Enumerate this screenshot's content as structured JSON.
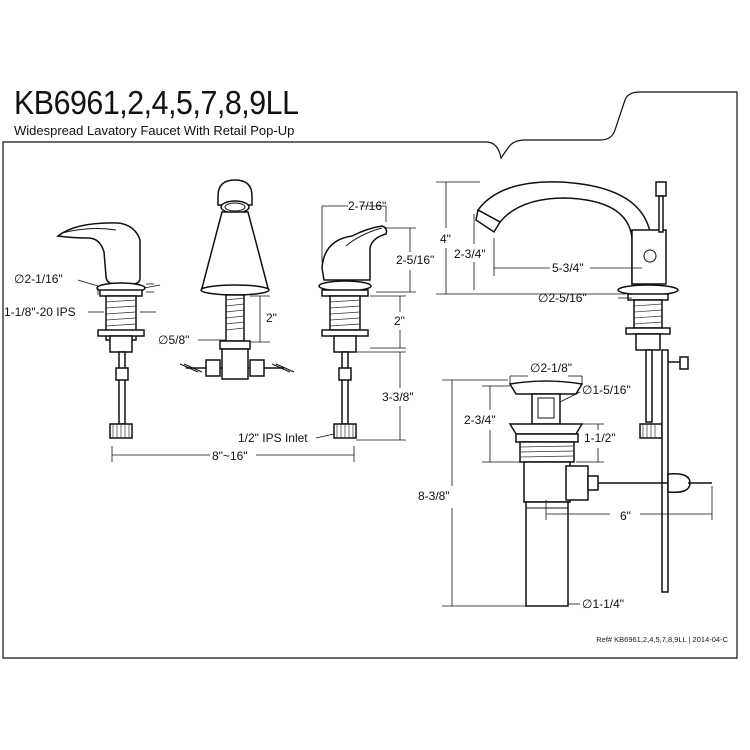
{
  "header": {
    "model": "KB6961,2,4,5,7,8,9LL",
    "description": "Widespread Lavatory Faucet With Retail Pop-Up"
  },
  "footer": {
    "ref": "Ref# KB6961,2,4,5,7,8,9LL | 2014-04-C"
  },
  "dimensions": {
    "handle_base_dia": "∅2-1/16\"",
    "ips_thread": "1-1/8\"-20 IPS",
    "spout_shank_dia": "∅5/8\"",
    "spout_shank_len": "2\"",
    "handle_width": "2-7/16\"",
    "handle_height": "2-5/16\"",
    "handle_shank_len": "2\"",
    "supply_len": "3-3/8\"",
    "ips_inlet": "1/2\" IPS Inlet",
    "spread": "8\"~16\"",
    "spout_height": "4\"",
    "spout_drop": "2-3/4\"",
    "spout_reach": "5-3/4\"",
    "spout_base_dia": "∅2-5/16\"",
    "drain_flange_dia": "∅2-1/8\"",
    "drain_body_dia": "∅1-5/16\"",
    "drain_upper_len": "2-3/4\"",
    "drain_thread_len": "1-1/2\"",
    "drain_total_len": "8-3/8\"",
    "pivot_reach": "6\"",
    "tailpiece_dia": "∅1-1/4\""
  }
}
